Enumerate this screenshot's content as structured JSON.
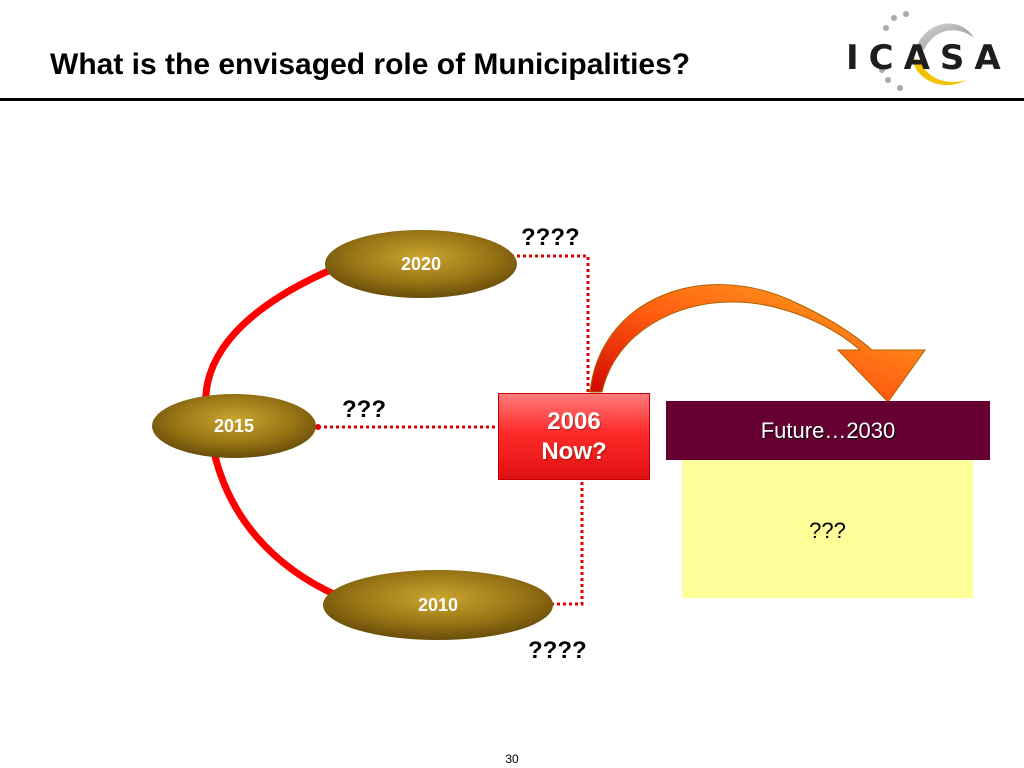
{
  "slide": {
    "title": "What is the envisaged role of Municipalities?",
    "page_number": "30"
  },
  "logo": {
    "text": "ICASA"
  },
  "timeline": {
    "nodes": {
      "y2020": "2020",
      "y2015": "2015",
      "y2010": "2010"
    },
    "questions": {
      "top": "????",
      "middle": "???",
      "bottom": "????"
    },
    "now": "2006\nNow?"
  },
  "future": {
    "header": "Future…2030",
    "body": "???"
  },
  "colors": {
    "arc": "#ff0000",
    "ellipse_gold": "#8a6a12",
    "future_header": "#660033",
    "future_body": "#ffff99",
    "arrow_orange": "#f5a623",
    "arrow_red": "#d40000"
  }
}
